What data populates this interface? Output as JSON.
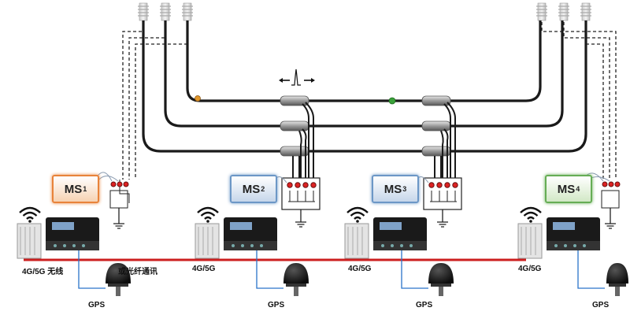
{
  "stations": [
    {
      "id": "MS1",
      "prefix": "MS",
      "sub": "1",
      "color": "#e8833a",
      "fill": "#f6d2b2"
    },
    {
      "id": "MS2",
      "prefix": "MS",
      "sub": "2",
      "color": "#6c97c6",
      "fill": "#c6d6ea"
    },
    {
      "id": "MS3",
      "prefix": "MS",
      "sub": "3",
      "color": "#6c97c6",
      "fill": "#c6d6ea"
    },
    {
      "id": "MS4",
      "prefix": "MS",
      "sub": "4",
      "color": "#66ad55",
      "fill": "#d2e8c6"
    }
  ],
  "labels": {
    "net1": "4G/5G 无线",
    "fiber": "或光纤通讯",
    "net2": "4G/5G",
    "net3": "4G/5G",
    "net4": "4G/5G",
    "gps": "GPS"
  },
  "colors": {
    "cable": "#1a1a1a",
    "network_link": "#cc1f1f",
    "gps_wire": "#2a74c9",
    "fault_marker": "#3aa13a",
    "origin_marker": "#e0962a"
  },
  "icons": [
    "insulator-icon",
    "sensor-clamp-icon",
    "wifi-icon",
    "server-rack-icon",
    "terminal-unit-icon",
    "gps-antenna-icon",
    "ground-icon",
    "junction-box-icon",
    "traveling-wave-icon"
  ]
}
